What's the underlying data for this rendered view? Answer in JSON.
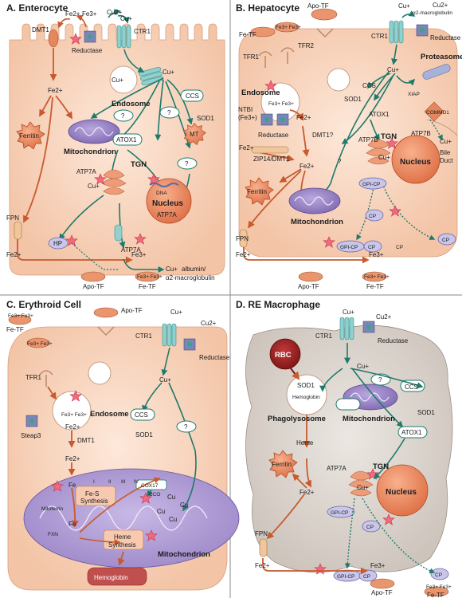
{
  "panels": {
    "a": {
      "title": "A. Enterocyte",
      "labels": [
        "Fe2+",
        "Fe3+",
        "Cu2+",
        "Cu+",
        "DMT1",
        "Reductase",
        "CTR1",
        "Cu+",
        "Cu+",
        "Fe2+",
        "CCS",
        "Endosome",
        "?",
        "?",
        "SOD1",
        "Ferritin",
        "Mitochondrion",
        "MT",
        "ATOX1",
        "?",
        "TGN",
        "ATP7A",
        "Cu+",
        "DNA",
        "Nucleus",
        "ATP7A",
        "FPN",
        "HP",
        "ATP7A",
        "Fe2+",
        "Fe3+",
        "Cu+",
        "albumin/",
        "α2-macroglobulin",
        "Apo-TF",
        "Fe3+ Fe3+",
        "Fe-TF"
      ]
    },
    "b": {
      "title": "B. Hepatocyte",
      "labels": [
        "Apo-TF",
        "Cu+",
        "Cu2+",
        "α2-macroglobulin",
        "Fe-TF",
        "Fe3+ Fe3+",
        "TFR1",
        "TFR2",
        "CTR1",
        "Reductase",
        "Proteasome",
        "Cu+",
        "Endosome",
        "Fe3+ Fe3+",
        "NTBI",
        "(Fe3+)",
        "Reductase",
        "Fe2+",
        "Fe2+",
        "DMT1?",
        "ZIP14/DMT1",
        "CCS",
        "SOD1",
        "XIAP",
        "COMMD1",
        "ATOX1",
        "Cu+",
        "Bile",
        "Duct",
        "ATP7B",
        "ATP7B",
        "TGN",
        "Cu+",
        "Nucleus",
        "?",
        "Fe2+",
        "Ferritin",
        "Mitochondrion",
        "GPI-CP",
        "CP",
        "CP",
        "FPN",
        "GPI-CP",
        "CP",
        "CP",
        "Fe2+",
        "Fe3+",
        "Apo-TF",
        "Fe3+ Fe3+",
        "Fe-TF"
      ]
    },
    "c": {
      "title": "C. Erythroid Cell",
      "labels": [
        "Apo-TF",
        "Fe3+ Fe3+",
        "Fe-TF",
        "Fe3+ Fe3+",
        "Cu+",
        "Cu2+",
        "CTR1",
        "Reductase",
        "TFR1",
        "Cu+",
        "Fe3+ Fe3+",
        "Endosome",
        "Fe2+",
        "Steap3",
        "DMT1",
        "CCS",
        "?",
        "SOD1",
        "Fe2+",
        "COX17",
        "Fe",
        "I",
        "II",
        "III",
        "IV",
        "Mitoferrin",
        "Fe",
        "CCO",
        "Cu",
        "Cu",
        "Cu",
        "Cu",
        "Fe-S",
        "Synthesis",
        "FXN",
        "Heme",
        "Synthesis",
        "Mitochondrion",
        "Hemoglobin"
      ]
    },
    "d": {
      "title": "D. RE Macrophage",
      "labels": [
        "Cu+",
        "Cu2+",
        "CTR1",
        "Reductase",
        "RBC",
        "SOD1",
        "Hemoglobin",
        "Cu+",
        "CCS",
        "?",
        "SOD1",
        "Phagolysosome",
        "Mitochondrion",
        "ATOX1",
        "Heme",
        "Ferritin",
        "TGN",
        "ATP7A",
        "Fe2+",
        "Cu+",
        "Nucleus",
        "GPI-CP",
        "CP",
        "FPN",
        "GPI-CP",
        "CP",
        "CP",
        "Fe2+",
        "Fe3+",
        "Apo-TF",
        "Fe3+ Fe3+",
        "Fe-TF"
      ]
    }
  },
  "colors": {
    "iron_arrow": "#c85a2e",
    "copper_arrow": "#1e7a6a",
    "cell_fill": "#f6d3bd",
    "macrophage_fill": "#d9d2cc",
    "mito_fill": "#9b86c4",
    "nucleus_fill": "#e8865c",
    "ctr1_fill": "#8fd1cf",
    "star_fill": "#f26a7c",
    "cp_fill": "#c9c6ea"
  }
}
